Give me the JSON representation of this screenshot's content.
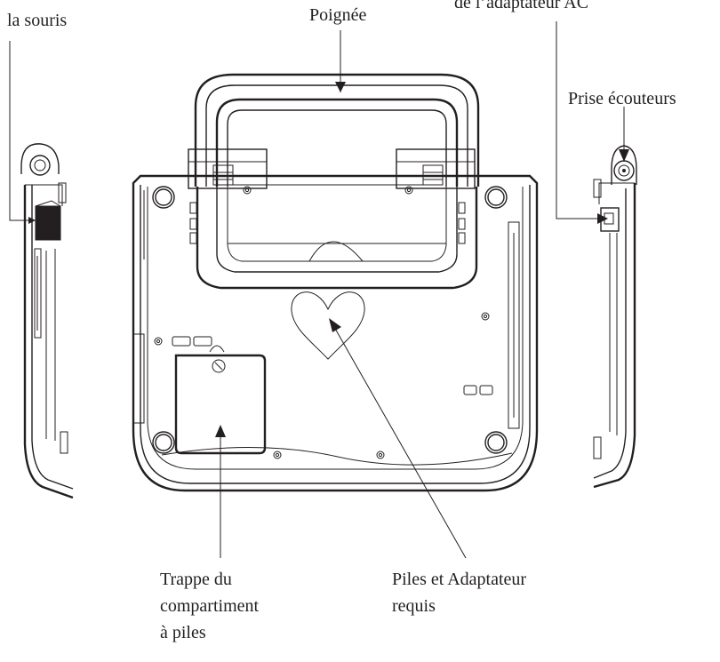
{
  "labels": {
    "mouse_port": "la souris",
    "handle": "Poignée",
    "ac_adapter": "de l’adaptateur AC",
    "headphone_jack": "Prise écouteurs",
    "battery_door": "Trappe du\ncompartiment\nà piles",
    "batteries_required": "Piles et Adaptateur\nrequis"
  }
}
